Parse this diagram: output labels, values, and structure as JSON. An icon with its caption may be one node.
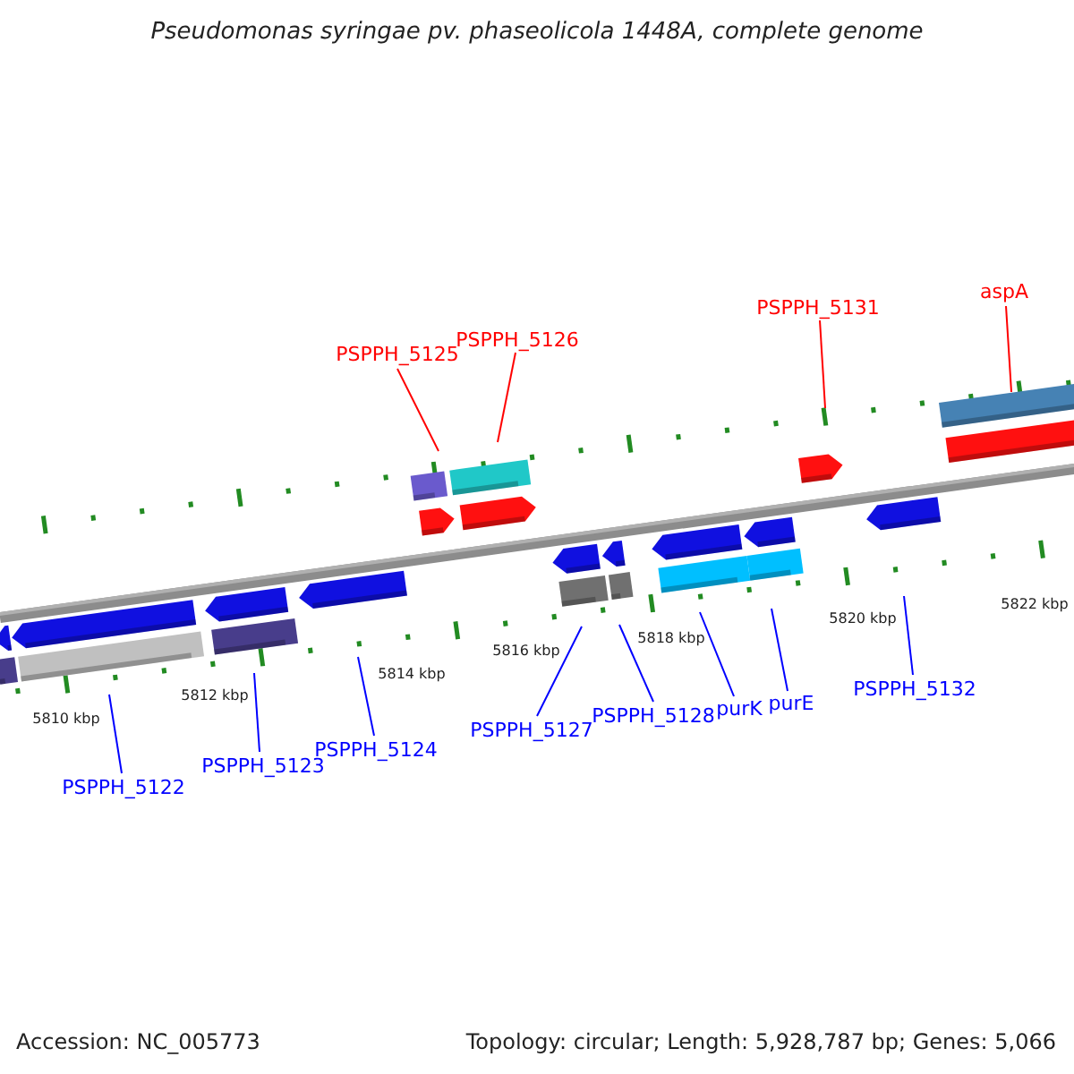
{
  "diagram": {
    "title": "Pseudomonas syringae pv. phaseolicola 1448A, complete genome",
    "nodes": [
      {
        "text": [
          "PSPPH_5125"
        ]
      },
      {
        "text": [
          "PSPPH_5126"
        ]
      },
      {
        "text": [
          "PSPPH_5131"
        ]
      },
      {
        "text": [
          "aspA"
        ]
      },
      {
        "text": [
          "PSPPH_5122"
        ]
      },
      {
        "text": [
          "PSPPH_5123"
        ]
      },
      {
        "text": [
          "PSPPH_5124"
        ]
      },
      {
        "text": [
          "PSPPH_5127"
        ]
      },
      {
        "text": [
          "PSPPH_5128"
        ]
      },
      {
        "text": [
          "purK"
        ]
      },
      {
        "text": [
          "purE"
        ]
      },
      {
        "text": [
          "PSPPH_5132"
        ]
      }
    ],
    "edges": [
      {
        "from": 0,
        "to": null,
        "arrow": "none",
        "color": "#ff0000"
      },
      {
        "from": 1,
        "to": null,
        "arrow": "none",
        "color": "#ff0000"
      },
      {
        "from": 2,
        "to": null,
        "arrow": "none",
        "color": "#ff0000"
      },
      {
        "from": 3,
        "to": null,
        "arrow": "none",
        "color": "#ff0000"
      },
      {
        "from": 4,
        "to": null,
        "arrow": "none"
      },
      {
        "from": 5,
        "to": null,
        "arrow": "none"
      },
      {
        "from": 6,
        "to": null,
        "arrow": "none"
      },
      {
        "from": 7,
        "to": null,
        "arrow": "none"
      },
      {
        "from": 8,
        "to": null,
        "arrow": "none"
      },
      {
        "from": 9,
        "to": null,
        "arrow": "none"
      },
      {
        "from": 10,
        "to": null,
        "arrow": "none"
      },
      {
        "from": 11,
        "to": null,
        "arrow": "none"
      }
    ],
    "labels": [
      "5810 kbp",
      "5812 kbp",
      "5814 kbp",
      "5816 kbp",
      "5818 kbp",
      "5820 kbp",
      "5822 kbp",
      "Accession: NC_005773",
      "Topology: circular; Length: 5,928,787 bp; Genes: 5,066"
    ]
  }
}
